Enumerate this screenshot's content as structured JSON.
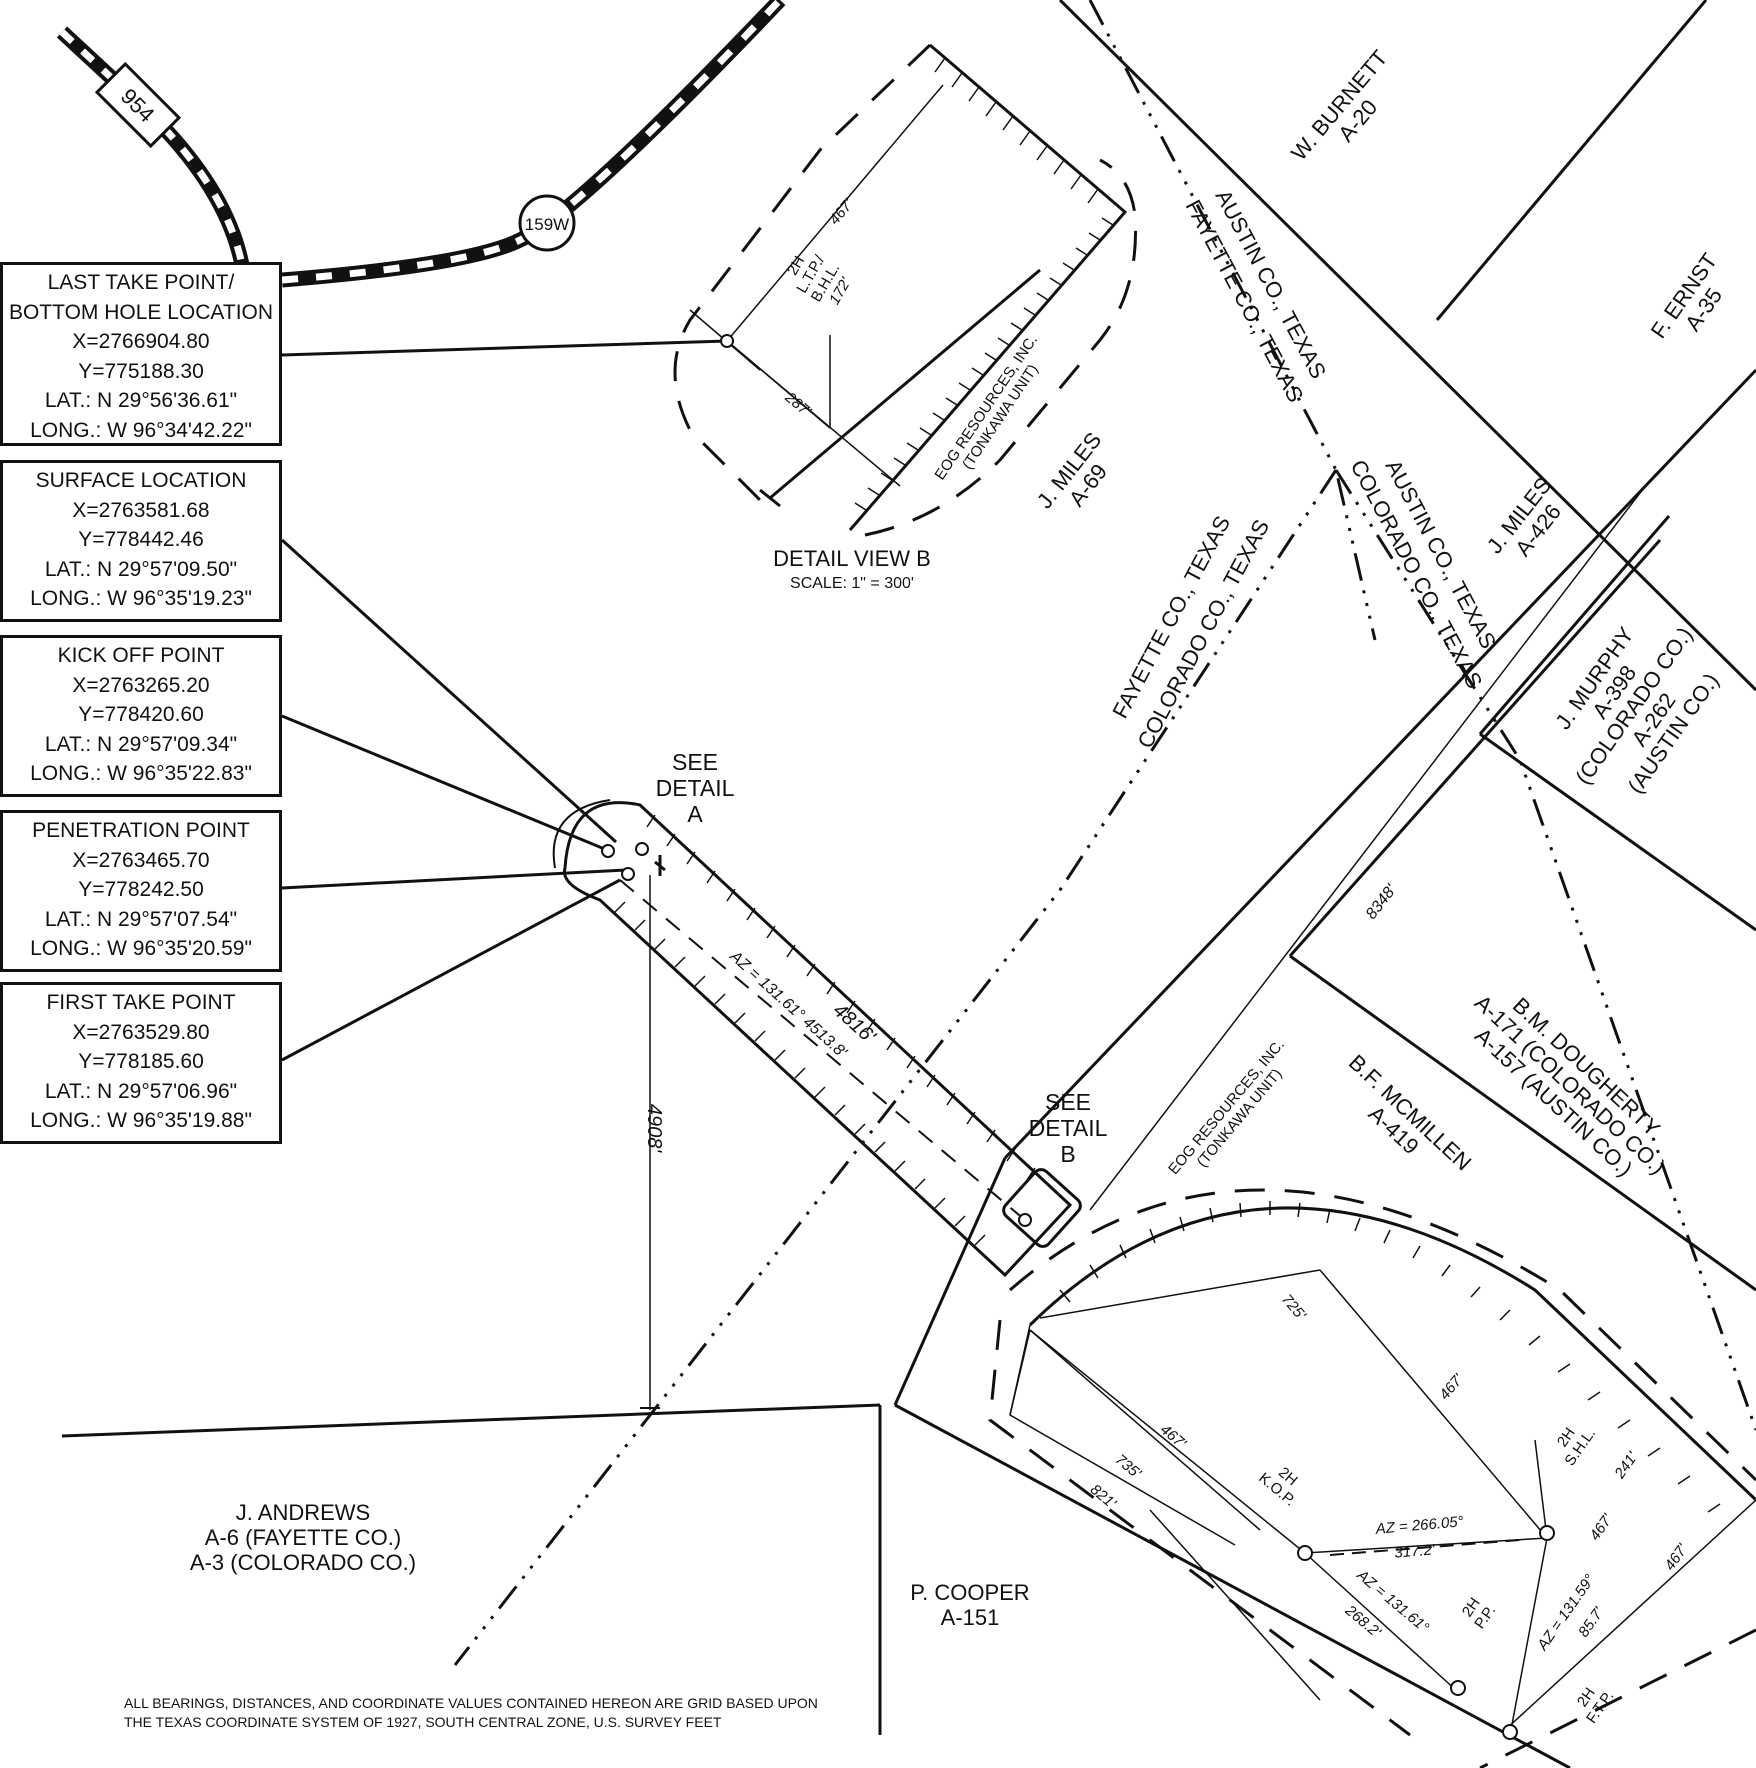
{
  "location_boxes": [
    {
      "title_1": "LAST TAKE POINT/",
      "title_2": "BOTTOM HOLE LOCATION",
      "x": "X=2766904.80",
      "y": "Y=775188.30",
      "lat": "LAT.: N 29°56'36.61\"",
      "long": "LONG.: W 96°34'42.22\""
    },
    {
      "title_1": "SURFACE LOCATION",
      "x": "X=2763581.68",
      "y": "Y=778442.46",
      "lat": "LAT.: N 29°57'09.50\"",
      "long": "LONG.: W 96°35'19.23\""
    },
    {
      "title_1": "KICK OFF POINT",
      "x": "X=2763265.20",
      "y": "Y=778420.60",
      "lat": "LAT.: N 29°57'09.34\"",
      "long": "LONG.: W 96°35'22.83\""
    },
    {
      "title_1": "PENETRATION POINT",
      "x": "X=2763465.70",
      "y": "Y=778242.50",
      "lat": "LAT.: N 29°57'07.54\"",
      "long": "LONG.: W 96°35'20.59\""
    },
    {
      "title_1": "FIRST TAKE POINT",
      "x": "X=2763529.80",
      "y": "Y=778185.60",
      "lat": "LAT.: N 29°57'06.96\"",
      "long": "LONG.: W 96°35'19.88\""
    }
  ],
  "roads": {
    "road_954": "954",
    "road_159w": "159W"
  },
  "detail_view_b": {
    "title": "DETAIL VIEW B",
    "scale": "SCALE:  1\" = 300'",
    "dim_467": "467'",
    "dim_287": "287'",
    "dim_172": "172'",
    "well_2h": "2H",
    "well_ltp": "L.T.P./",
    "well_bhl": "B.H.L.",
    "operator": "EOG RESOURCES, INC.",
    "unit": "(TONKAWA UNIT)"
  },
  "see_detail_a": [
    "SEE",
    "DETAIL",
    "A"
  ],
  "see_detail_b": [
    "SEE",
    "DETAIL",
    "B"
  ],
  "lateral": {
    "azimuth": "AZ = 131.61° 4513.8'",
    "length": "4816'",
    "offset_4908": "4908'",
    "dist_8348": "8348'"
  },
  "county_lines": {
    "austin_fayette_1": "AUSTIN CO., TEXAS",
    "austin_fayette_2": "FAYETTE CO., TEXAS",
    "austin_colorado_1": "AUSTIN CO., TEXAS",
    "austin_colorado_2": "COLORADO CO., TEXAS",
    "fayette_colorado_1": "FAYETTE CO., TEXAS",
    "fayette_colorado_2": "COLORADO CO., TEXAS"
  },
  "surveys": {
    "burnett": [
      "W. BURNETT",
      "A-20"
    ],
    "ernst": [
      "F. ERNST",
      "A-35"
    ],
    "miles_69": [
      "J. MILES",
      "A-69"
    ],
    "miles_426": [
      "J. MILES",
      "A-426"
    ],
    "murphy": [
      "J. MURPHY",
      "A-398",
      "(COLORADO CO.)",
      "A-262",
      "(AUSTIN CO.)"
    ],
    "dougherty": [
      "B.M. DOUGHERTY",
      "A-171 (COLORADO CO.)",
      "A-157 (AUSTIN CO.)"
    ],
    "mcmillen": [
      "B.F. MCMILLEN",
      "A-419"
    ],
    "andrews": [
      "J. ANDREWS",
      "A-6 (FAYETTE CO.)",
      "A-3 (COLORADO CO.)"
    ],
    "cooper": [
      "P. COOPER",
      "A-151"
    ]
  },
  "detail_a": {
    "operator": "EOG RESOURCES, INC.",
    "unit": "(TONKAWA UNIT)",
    "dim_725": "725'",
    "dim_467a": "467'",
    "dim_467b": "467'",
    "dim_467c": "467'",
    "dim_467d": "467'",
    "dim_735": "735'",
    "dim_821": "821'",
    "dim_241": "241'",
    "az_266": "AZ = 266.05°",
    "dist_317": "317.2'",
    "az_131a": "AZ = 131.61°",
    "dist_268": "268.2'",
    "az_131b": "AZ = 131.59°",
    "dist_85": "85.7'",
    "kop": [
      "2H",
      "K.O.P."
    ],
    "shl": [
      "2H",
      "S.H.L."
    ],
    "pp": [
      "2H",
      "P.P."
    ],
    "ftp": [
      "2H",
      "F.T.P."
    ]
  },
  "note": "ALL BEARINGS, DISTANCES, AND COORDINATE VALUES CONTAINED HEREON ARE GRID BASED UPON THE TEXAS COORDINATE SYSTEM OF 1927, SOUTH CENTRAL ZONE, U.S. SURVEY FEET"
}
